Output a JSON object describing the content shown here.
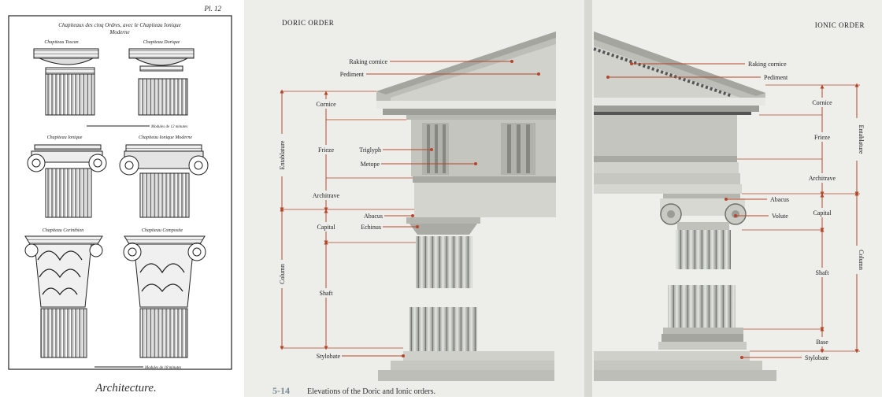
{
  "plate": {
    "plate_number": "Pl. 12",
    "header_line1": "Chapiteaux des cinq Ordres, avec le Chapiteau Ionique",
    "header_line2": "Moderne",
    "cell_labels": [
      "Chapiteau Toscan",
      "Chapiteau Dorique",
      "Chapiteau Ionique",
      "Chapiteau Ionique Moderne",
      "Chapiteau Corinthien",
      "Chapiteau Composite"
    ],
    "scale_label_1": "Modules de 12 minutes",
    "scale_label_2": "Modules de 18 minutes",
    "footer": "Architecture."
  },
  "doric": {
    "heading": "DORIC ORDER",
    "labels": {
      "raking_cornice": "Raking cornice",
      "pediment": "Pediment",
      "cornice": "Cornice",
      "frieze": "Frieze",
      "triglyph": "Triglyph",
      "metope": "Metope",
      "architrave": "Architrave",
      "abacus": "Abacus",
      "capital": "Capital",
      "echinus": "Echinus",
      "shaft": "Shaft",
      "stylobate": "Stylobate",
      "entablature": "Entablature",
      "column": "Column"
    }
  },
  "ionic": {
    "heading": "IONIC ORDER",
    "labels": {
      "raking_cornice": "Raking cornice",
      "pediment": "Pediment",
      "cornice": "Cornice",
      "frieze": "Frieze",
      "architrave": "Architrave",
      "abacus": "Abacus",
      "volute": "Volute",
      "capital": "Capital",
      "shaft": "Shaft",
      "base": "Base",
      "stylobate": "Stylobate",
      "entablature": "Entablature",
      "column": "Column"
    }
  },
  "caption": {
    "number": "5-14",
    "text": "Elevations of the Doric and Ionic orders."
  },
  "colors": {
    "leader": "#b5462a",
    "stone": "#c9cbc4",
    "stone_dark": "#8d908a",
    "paper": "#f2f1ec"
  }
}
